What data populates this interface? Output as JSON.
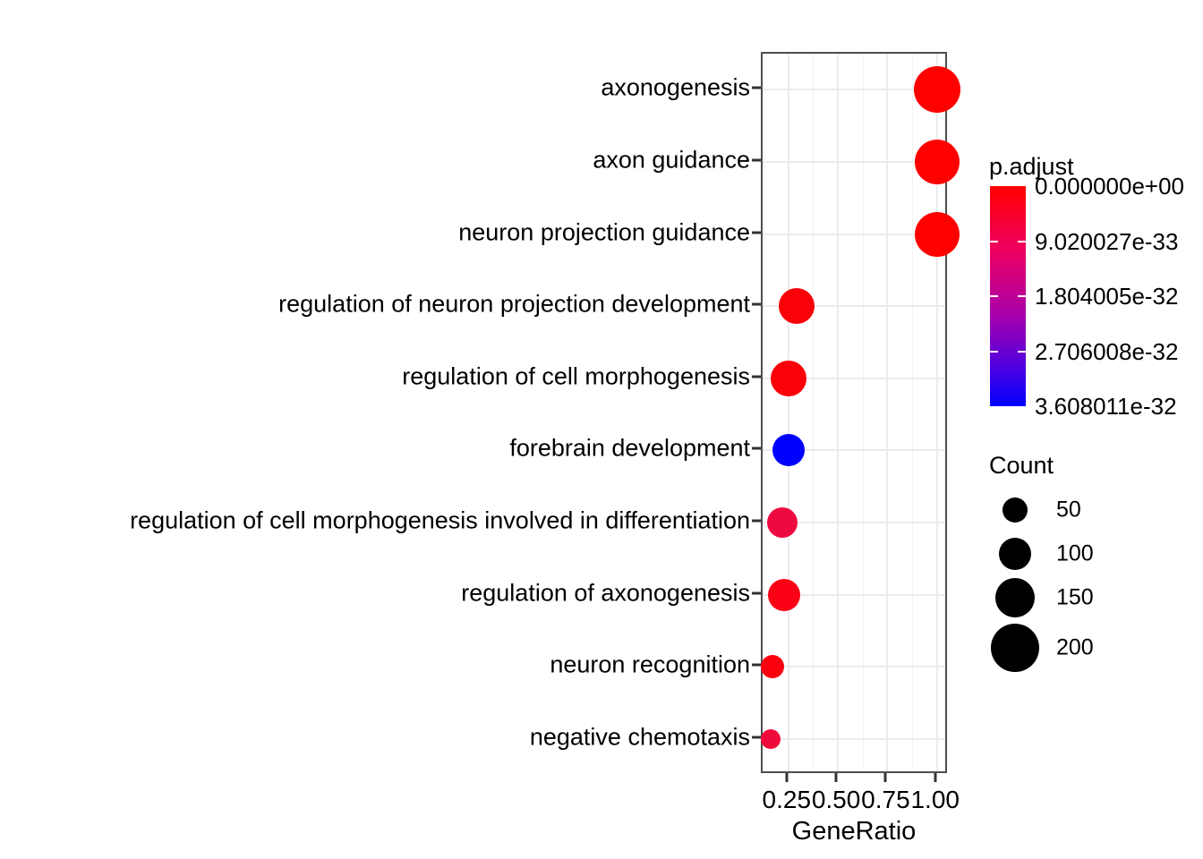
{
  "chart_data": {
    "type": "scatter",
    "title": "",
    "xlabel": "GeneRatio",
    "ylabel": "",
    "xlim": [
      0.12,
      1.06
    ],
    "xticks": [
      0.25,
      0.5,
      0.75,
      1.0
    ],
    "xticklabels": [
      "0.25",
      "0.50",
      "0.75",
      "1.00"
    ],
    "grid": true,
    "legend_position": "right",
    "categories": [
      "axonogenesis",
      "axon guidance",
      "neuron projection guidance",
      "regulation of neuron projection development",
      "regulation of cell morphogenesis",
      "forebrain development",
      "regulation of cell morphogenesis involved in differentiation",
      "regulation of axonogenesis",
      "neuron recognition",
      "negative chemotaxis"
    ],
    "points": [
      {
        "term": "axonogenesis",
        "generatio": 1.0,
        "count": 230,
        "p_adjust": 0.0,
        "color": "#ff0000",
        "radius": 26
      },
      {
        "term": "axon guidance",
        "generatio": 1.0,
        "count": 222,
        "p_adjust": 0.0,
        "color": "#ff0000",
        "radius": 25
      },
      {
        "term": "neuron projection guidance",
        "generatio": 1.0,
        "count": 222,
        "p_adjust": 0.0,
        "color": "#ff0000",
        "radius": 25
      },
      {
        "term": "regulation of neuron projection development",
        "generatio": 0.29,
        "count": 142,
        "p_adjust": 1e-34,
        "color": "#fa0008",
        "radius": 20
      },
      {
        "term": "regulation of cell morphogenesis",
        "generatio": 0.25,
        "count": 138,
        "p_adjust": 1.5e-34,
        "color": "#fa0008",
        "radius": 20
      },
      {
        "term": "forebrain development",
        "generatio": 0.25,
        "count": 118,
        "p_adjust": 3.608011e-32,
        "color": "#0000ff",
        "radius": 18
      },
      {
        "term": "regulation of cell morphogenesis involved in differentiation",
        "generatio": 0.22,
        "count": 110,
        "p_adjust": 4e-33,
        "color": "#ee0940",
        "radius": 17
      },
      {
        "term": "regulation of axonogenesis",
        "generatio": 0.23,
        "count": 120,
        "p_adjust": 6e-34,
        "color": "#fc0016",
        "radius": 18
      },
      {
        "term": "neuron recognition",
        "generatio": 0.17,
        "count": 66,
        "p_adjust": 1e-33,
        "color": "#fb000e",
        "radius": 13
      },
      {
        "term": "negative chemotaxis",
        "generatio": 0.16,
        "count": 50,
        "p_adjust": 3e-33,
        "color": "#ef0a3c",
        "radius": 11
      }
    ]
  },
  "axes": {
    "x_title": "GeneRatio",
    "x_tick_labels": [
      "0.25",
      "0.50",
      "0.75",
      "1.00"
    ],
    "y_tick_labels": [
      "axonogenesis",
      "axon guidance",
      "neuron projection guidance",
      "regulation of neuron projection development",
      "regulation of cell morphogenesis",
      "forebrain development",
      "regulation of cell morphogenesis involved in differentiation",
      "regulation of axonogenesis",
      "neuron recognition",
      "negative chemotaxis"
    ]
  },
  "legends": {
    "color": {
      "title": "p.adjust",
      "labels": [
        "0.000000e+00",
        "9.020027e-33",
        "1.804005e-32",
        "2.706008e-32",
        "3.608011e-32"
      ],
      "gradient_top": "#ff0000",
      "gradient_bottom": "#0000ff",
      "gradient_mid": "#aa00aa"
    },
    "size": {
      "title": "Count",
      "labels": [
        "50",
        "100",
        "150",
        "200"
      ],
      "radii": [
        14,
        18,
        22,
        27
      ],
      "color": "#000000"
    }
  },
  "colors": {
    "panel_border": "#4d4d4d",
    "gridline_major": "#ebebeb",
    "gridline_minor": "#f2f2f2",
    "axis_tick": "#333333",
    "background": "#ffffff",
    "text": "#000000"
  }
}
